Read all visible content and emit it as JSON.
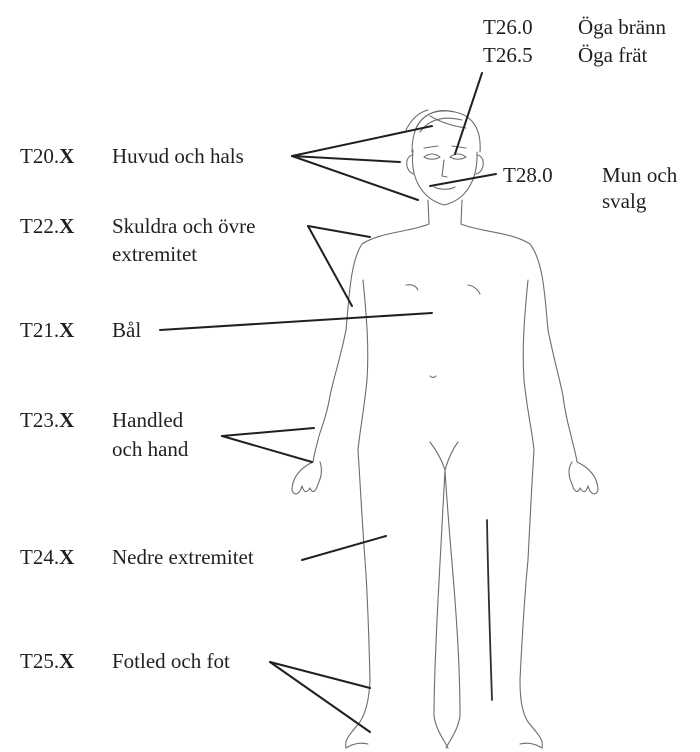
{
  "eye": {
    "codes": [
      "T26.0",
      "T26.5"
    ],
    "names": [
      "Öga bränn",
      "Öga frät"
    ]
  },
  "mouth": {
    "code": "T28.0",
    "name_lines": [
      "Mun och",
      "svalg"
    ]
  },
  "regions": [
    {
      "code_prefix": "T20.",
      "code_suffix": "X",
      "name_lines": [
        "Huvud och hals"
      ]
    },
    {
      "code_prefix": "T22.",
      "code_suffix": "X",
      "name_lines": [
        "Skuldra och övre",
        "extremitet"
      ]
    },
    {
      "code_prefix": "T21.",
      "code_suffix": "X",
      "name_lines": [
        "Bål"
      ]
    },
    {
      "code_prefix": "T23.",
      "code_suffix": "X",
      "name_lines": [
        "Handled",
        "och hand"
      ]
    },
    {
      "code_prefix": "T24.",
      "code_suffix": "X",
      "name_lines": [
        "Nedre extremitet"
      ]
    },
    {
      "code_prefix": "T25.",
      "code_suffix": "X",
      "name_lines": [
        "Fotled och fot"
      ]
    }
  ]
}
